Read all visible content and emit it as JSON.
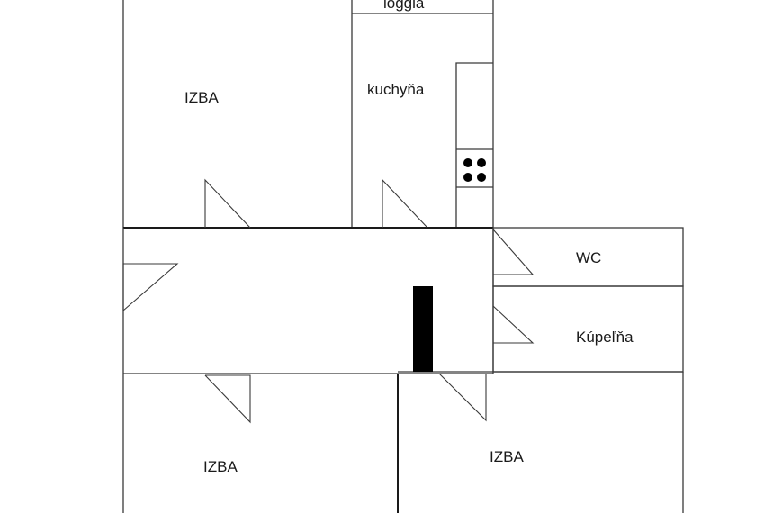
{
  "rooms": {
    "loggia": "loggia",
    "kitchen": "kuchyňa",
    "room_top_left": "IZBA",
    "wc": "WC",
    "bathroom": "Kúpeľňa",
    "room_bottom_left": "IZBA",
    "room_bottom_right": "IZBA"
  },
  "colors": {
    "line": "#3a3a3a",
    "fill": "#000000",
    "background": "#ffffff"
  }
}
